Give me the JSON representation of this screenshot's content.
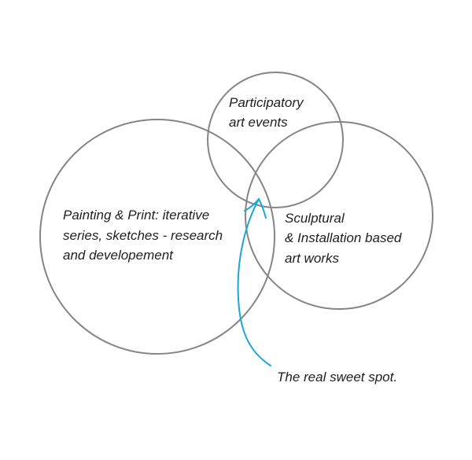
{
  "colors": {
    "circle": "#858585",
    "arrow": "#1aa6d6",
    "text": "#1f1f1f",
    "background": "#ffffff"
  },
  "diagram": {
    "type": "venn",
    "sets": [
      {
        "id": "painting",
        "label_lines": [
          "Painting & Print: iterative",
          "series, sketches - research",
          "and developement"
        ]
      },
      {
        "id": "participatory",
        "label_lines": [
          "Participatory",
          "art events"
        ]
      },
      {
        "id": "sculptural",
        "label_lines": [
          "Sculptural",
          "& Installation based",
          "art works"
        ]
      }
    ],
    "annotation": {
      "text": "The real sweet spot.",
      "points_to": "intersection of all three sets"
    }
  }
}
